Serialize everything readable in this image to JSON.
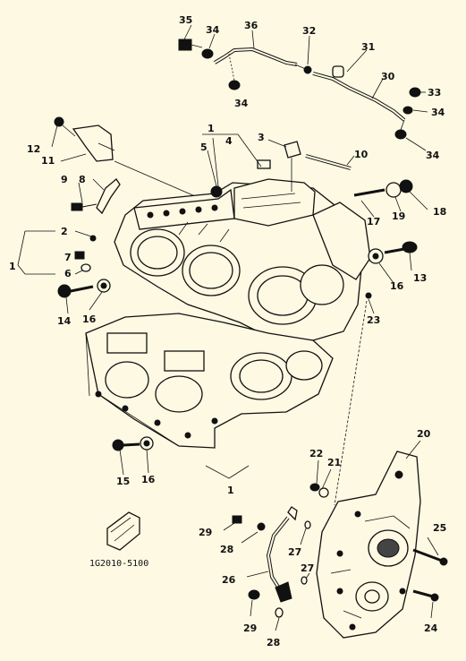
{
  "diagram_code": "1G2010-5100",
  "colors": {
    "background": "#fdf9e3",
    "ink": "#111111"
  },
  "callouts": {
    "c35": "35",
    "c34a": "34",
    "c36": "36",
    "c34b": "34",
    "c32": "32",
    "c31": "31",
    "c30": "30",
    "c33": "33",
    "c34c": "34",
    "c34d": "34",
    "c12": "12",
    "c11": "11",
    "c1a": "1",
    "c4": "4",
    "c3": "3",
    "c5": "5",
    "c10": "10",
    "c9": "9",
    "c8": "8",
    "c17": "17",
    "c19": "19",
    "c18": "18",
    "c2": "2",
    "c1b": "1",
    "c7": "7",
    "c6": "6",
    "c13": "13",
    "c16a": "16",
    "c14": "14",
    "c16b": "16",
    "c23": "23",
    "c15": "15",
    "c16c": "16",
    "c1c": "1",
    "c22": "22",
    "c21": "21",
    "c20": "20",
    "c29a": "29",
    "c28a": "28",
    "c27a": "27",
    "c25": "25",
    "c26": "26",
    "c27b": "27",
    "c29b": "29",
    "c28b": "28",
    "c24": "24"
  }
}
